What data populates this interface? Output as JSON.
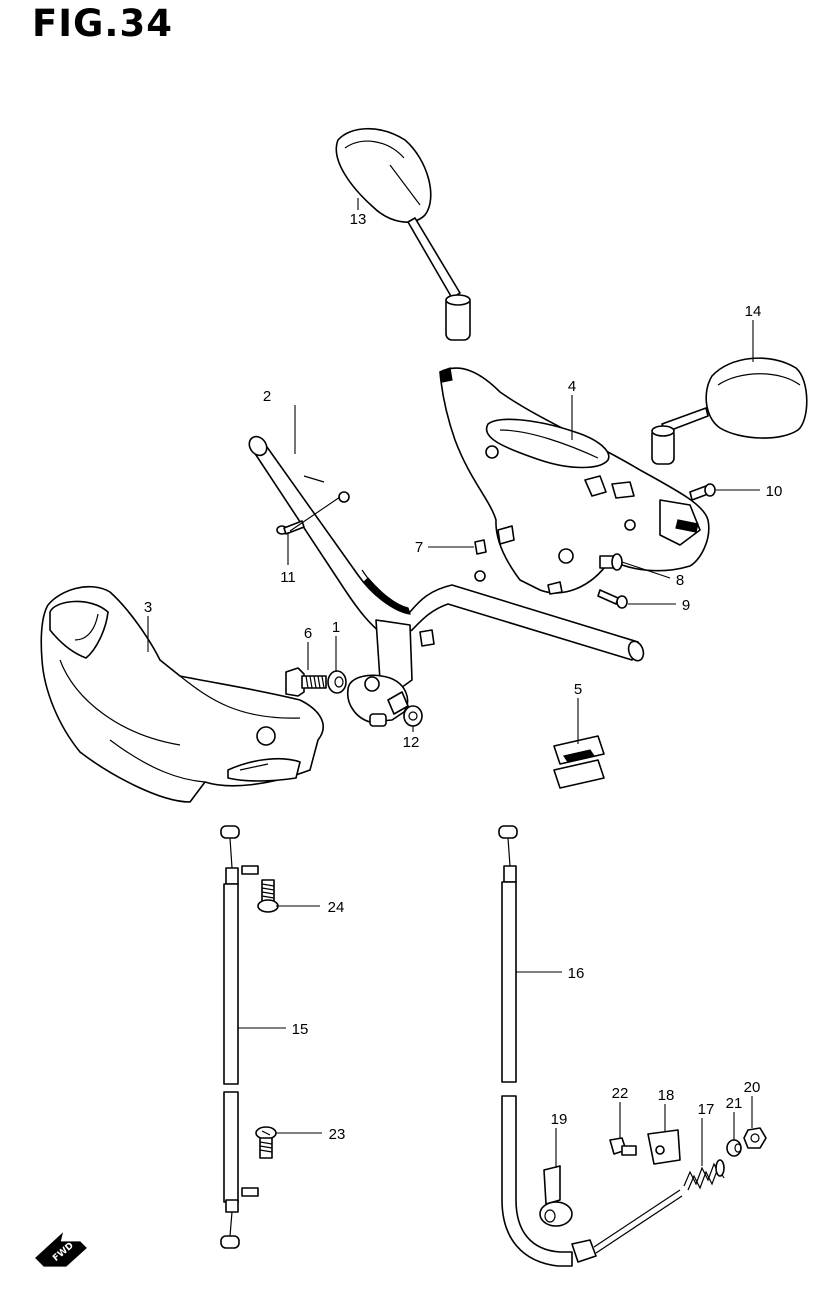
{
  "figure": {
    "title": "FIG.34"
  },
  "fwd_label": "FWD",
  "parts": [
    {
      "key": "p1",
      "label": "1"
    },
    {
      "key": "p2",
      "label": "2"
    },
    {
      "key": "p3",
      "label": "3"
    },
    {
      "key": "p4",
      "label": "4"
    },
    {
      "key": "p5",
      "label": "5"
    },
    {
      "key": "p6",
      "label": "6"
    },
    {
      "key": "p7",
      "label": "7"
    },
    {
      "key": "p8",
      "label": "8"
    },
    {
      "key": "p9",
      "label": "9"
    },
    {
      "key": "p10",
      "label": "10"
    },
    {
      "key": "p11",
      "label": "11"
    },
    {
      "key": "p12",
      "label": "12"
    },
    {
      "key": "p13",
      "label": "13"
    },
    {
      "key": "p14",
      "label": "14"
    },
    {
      "key": "p15",
      "label": "15"
    },
    {
      "key": "p16",
      "label": "16"
    },
    {
      "key": "p17",
      "label": "17"
    },
    {
      "key": "p18",
      "label": "18"
    },
    {
      "key": "p19",
      "label": "19"
    },
    {
      "key": "p20",
      "label": "20"
    },
    {
      "key": "p21",
      "label": "21"
    },
    {
      "key": "p22",
      "label": "22"
    },
    {
      "key": "p23",
      "label": "23"
    },
    {
      "key": "p24",
      "label": "24"
    }
  ]
}
